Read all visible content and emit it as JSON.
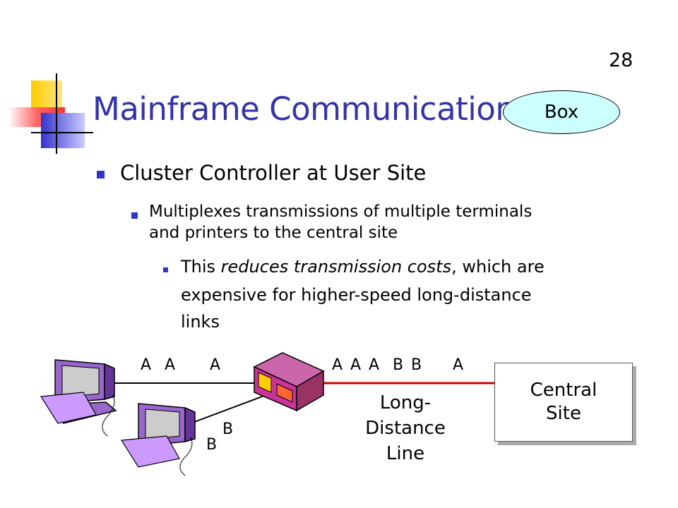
{
  "slide_number": "28",
  "title": "Mainframe Communication",
  "callout": "Box",
  "bullets": {
    "level1": "Cluster Controller at User Site",
    "level2_line1": "Multiplexes transmissions of multiple terminals",
    "level2_line2": "and printers to the central site",
    "level3_pre": "This ",
    "level3_em": "reduces transmission costs",
    "level3_post": ", which are",
    "level3_line2": "expensive for higher-speed long-distance",
    "level3_line3": "links"
  },
  "diagram": {
    "terminal1_labels": [
      "A",
      "A",
      "A"
    ],
    "trunk_labels": [
      "A",
      "A",
      "A",
      "B",
      "B",
      "A"
    ],
    "terminal2_labels": [
      "B",
      "B"
    ],
    "long_line_label": [
      "Long-",
      "Distance",
      "Line"
    ],
    "central_site_label": [
      "Central",
      "Site"
    ],
    "colors": {
      "trunk_line": "#cc0000",
      "terminal_body": "#9966cc",
      "controller_body": "#cc3399",
      "accent_blue": "#3333cc",
      "title_color": "#3333aa",
      "callout_fill": "#ccffff"
    }
  }
}
